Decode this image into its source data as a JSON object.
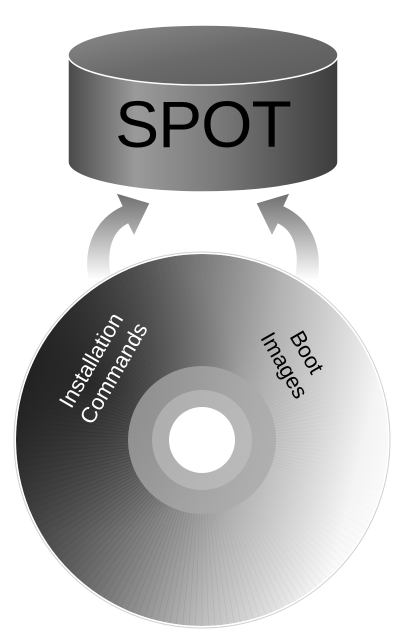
{
  "spot": {
    "label": "SPOT"
  },
  "disc": {
    "left_label": {
      "line1": "Installation",
      "line2": "Commands"
    },
    "right_label": {
      "line1": "Boot",
      "line2": "Images"
    }
  },
  "arrows": [
    {
      "icon": "curved-arrow-up-right-icon"
    },
    {
      "icon": "curved-arrow-up-left-icon"
    }
  ],
  "colors": {
    "cylinder_dark": "#3a3a3a",
    "cylinder_light": "#9a9a9a",
    "arrow_gray": "#8a8a8a",
    "disc_dark": "#1a1a1a",
    "disc_light": "#f4f4f4"
  }
}
